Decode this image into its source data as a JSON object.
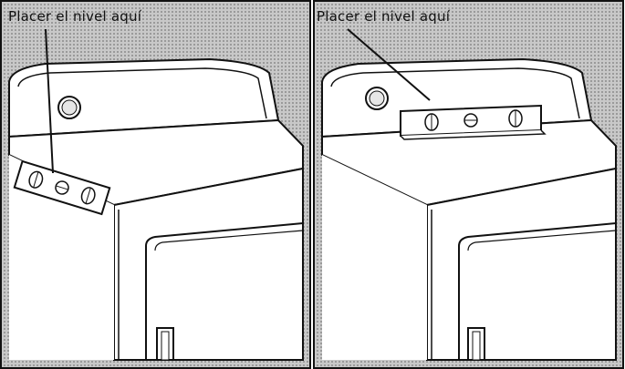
{
  "panels": [
    {
      "caption": "Placer el nivel aquí",
      "level_position": "front edge of top lid"
    },
    {
      "caption": "Placer el nivel aquí",
      "level_position": "top of lid"
    }
  ],
  "colors": {
    "background": "#b4b4b4",
    "panel": "#ffffff",
    "line": "#111111"
  }
}
